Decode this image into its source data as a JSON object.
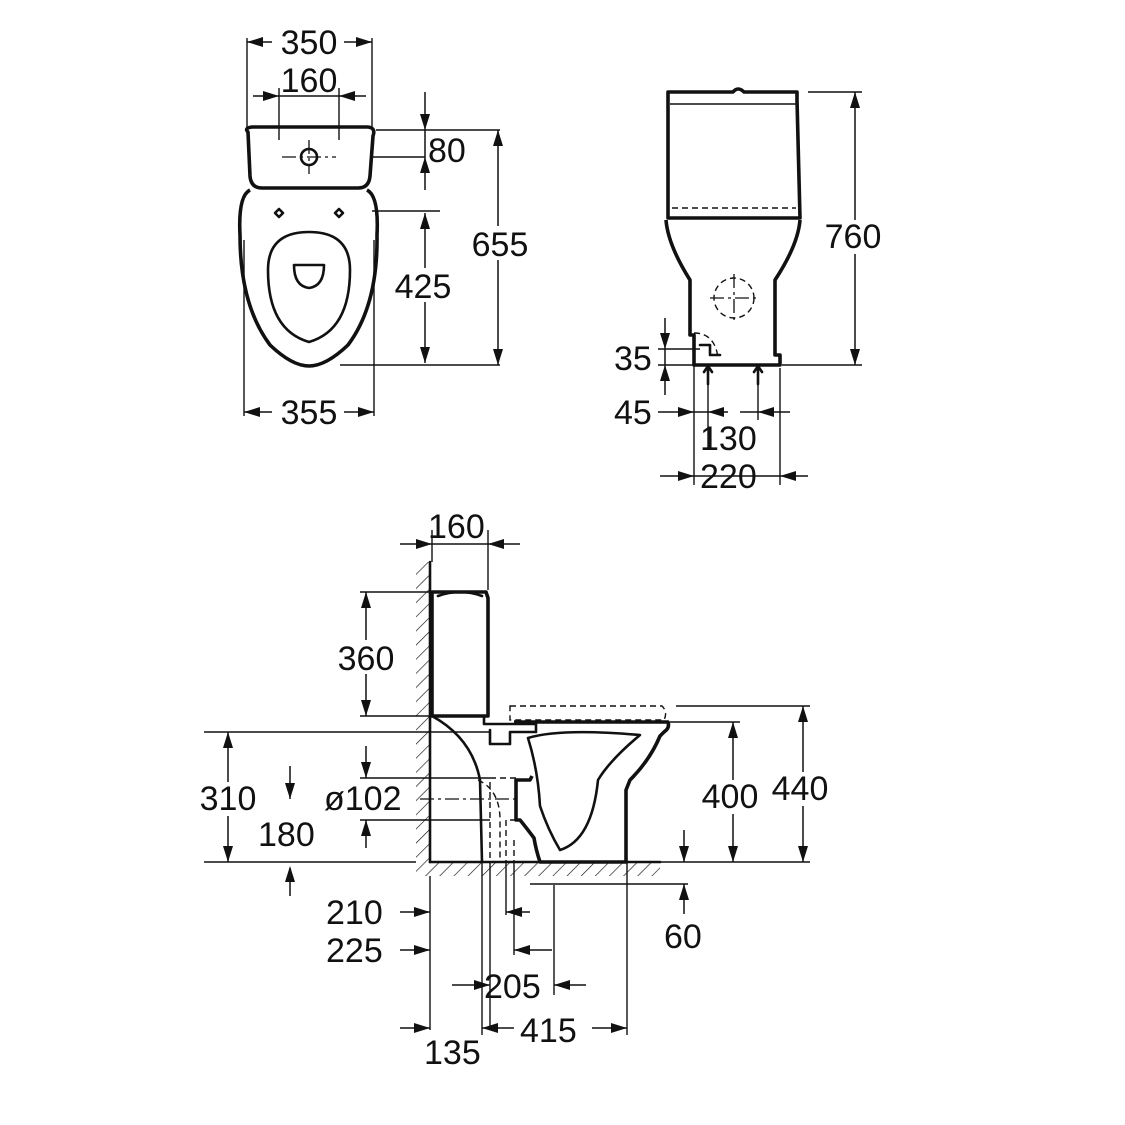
{
  "top_view": {
    "width_tank": "350",
    "fixing_spacing": "160",
    "tank_to_fixing": "80",
    "fixing_to_front": "425",
    "overall_depth": "655",
    "width_bowl": "355"
  },
  "side_view": {
    "overall_height": "760",
    "inlet_height": "35",
    "inlet_offset": "45",
    "foot_spacing": "130",
    "base_width": "220"
  },
  "section_view": {
    "tank_depth": "160",
    "tank_height": "360",
    "outlet_height": "310",
    "outlet_diameter": "ø102",
    "outlet_center": "180",
    "seat_height": "400",
    "rim_height": "440",
    "dim_210": "210",
    "dim_225": "225",
    "dim_60": "60",
    "dim_205": "205",
    "dim_135": "135",
    "dim_415": "415"
  }
}
